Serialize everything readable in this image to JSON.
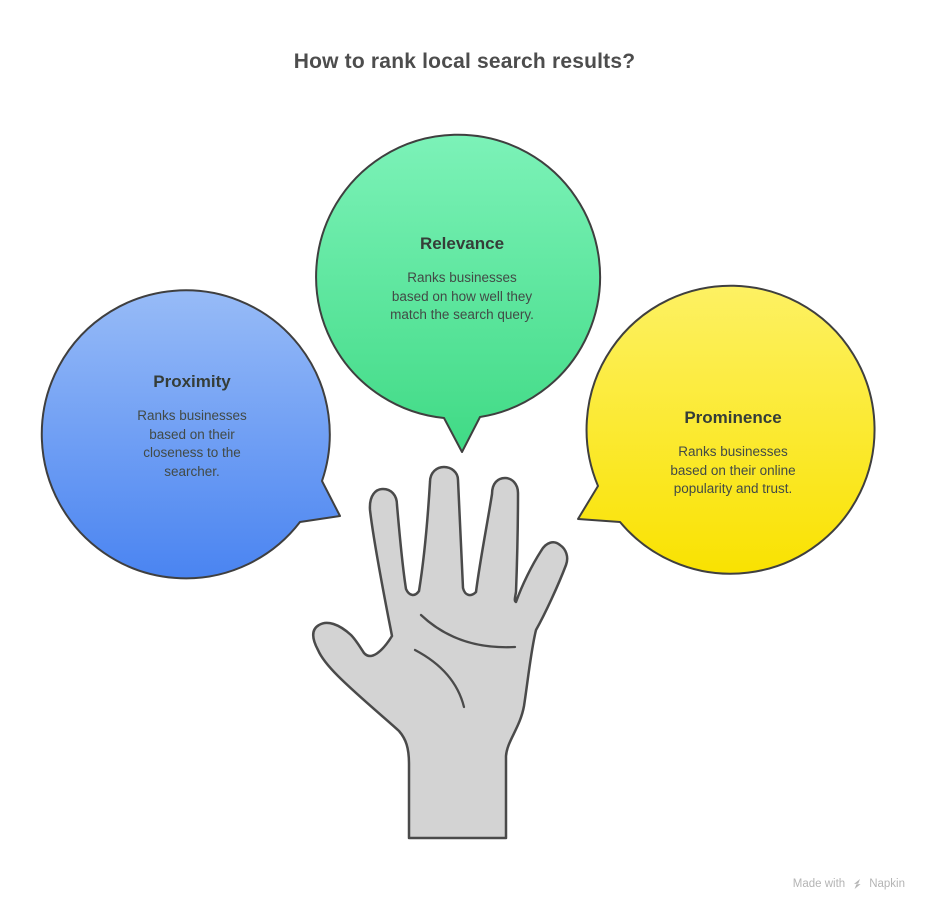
{
  "title": "How to rank local search results?",
  "bubbles": {
    "relevance": {
      "title": "Relevance",
      "body": "Ranks businesses\nbased on how well they\nmatch the search query.",
      "fill_top": "#7cf2b8",
      "fill_bottom": "#40da85"
    },
    "proximity": {
      "title": "Proximity",
      "body": "Ranks businesses\nbased on their\ncloseness to the\nsearcher.",
      "fill_top": "#97bbf7",
      "fill_bottom": "#4a84f1"
    },
    "prominence": {
      "title": "Prominence",
      "body": "Ranks businesses\nbased on their online\npopularity and trust.",
      "fill_top": "#fdf163",
      "fill_bottom": "#f9e201"
    }
  },
  "hand": {
    "icon": "open-hand-icon",
    "fill": "#d3d3d3",
    "stroke": "#4a4a4a"
  },
  "footer": {
    "made_with": "Made with",
    "brand": "Napkin"
  },
  "colors": {
    "title_text": "#4d4d4d",
    "heading_text": "#353d38",
    "body_text": "#424a46",
    "outline": "#3f3f3f",
    "footer_text": "#b4b4b4",
    "background": "#ffffff"
  }
}
